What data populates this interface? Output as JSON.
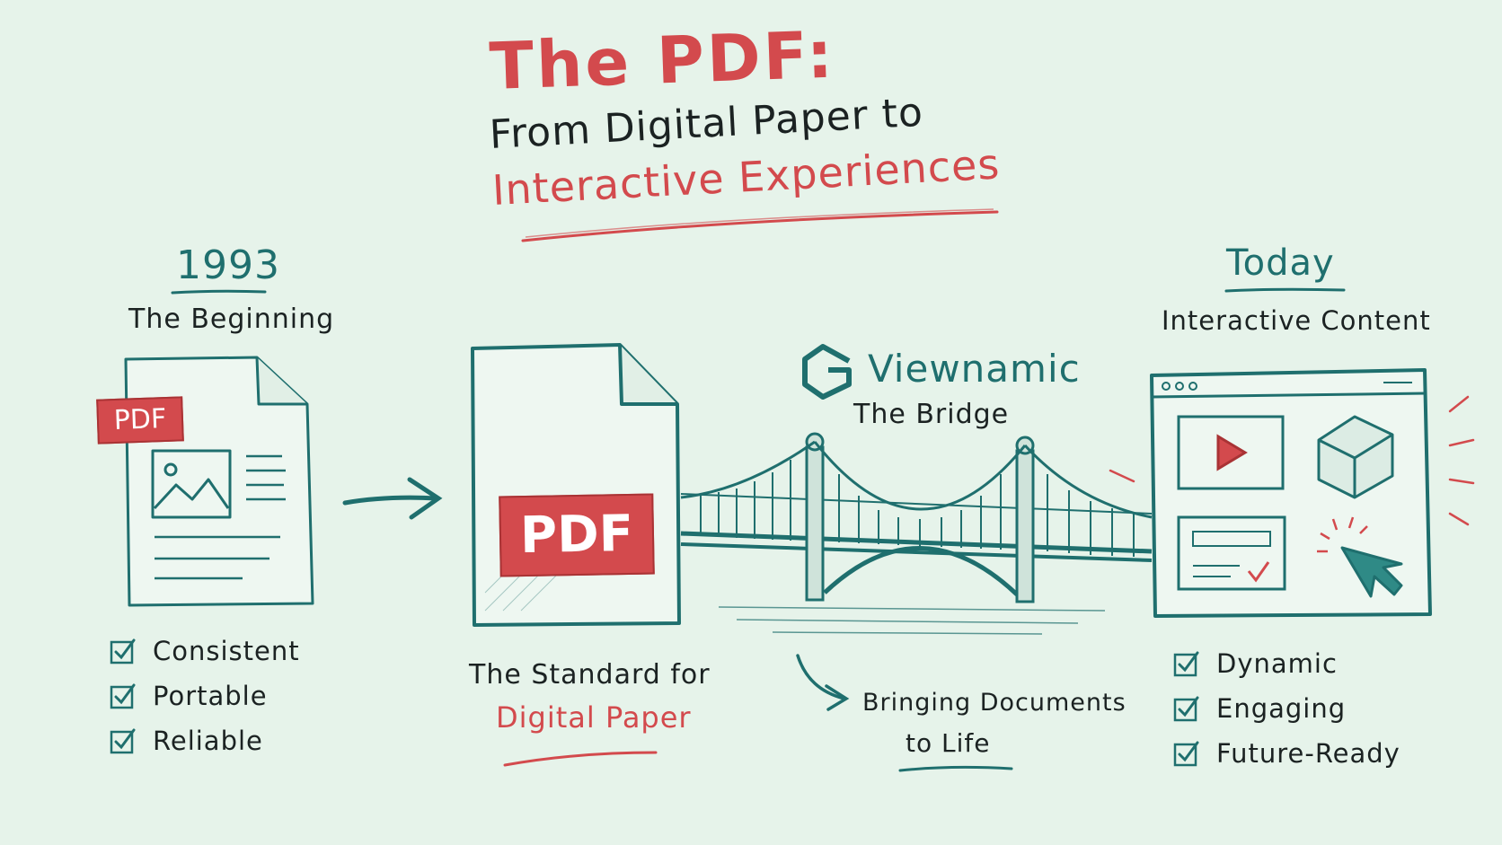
{
  "title": {
    "main": "The PDF:",
    "line2": "From Digital Paper to",
    "line3": "Interactive Experiences"
  },
  "left": {
    "year": "1993",
    "subtitle": "The Beginning",
    "badge": "PDF",
    "features": [
      "Consistent",
      "Portable",
      "Reliable"
    ]
  },
  "center": {
    "badge": "PDF",
    "caption_line1": "The Standard for",
    "caption_line2": "Digital Paper"
  },
  "bridge": {
    "brand": "Viewnamic",
    "label": "The Bridge",
    "caption_line1": "Bringing Documents",
    "caption_line2": "to Life"
  },
  "right": {
    "year": "Today",
    "subtitle": "Interactive Content",
    "features": [
      "Dynamic",
      "Engaging",
      "Future-Ready"
    ]
  },
  "colors": {
    "background": "#e6f3ea",
    "teal": "#1f6f6e",
    "red": "#d34a4d",
    "ink": "#1b2222"
  }
}
